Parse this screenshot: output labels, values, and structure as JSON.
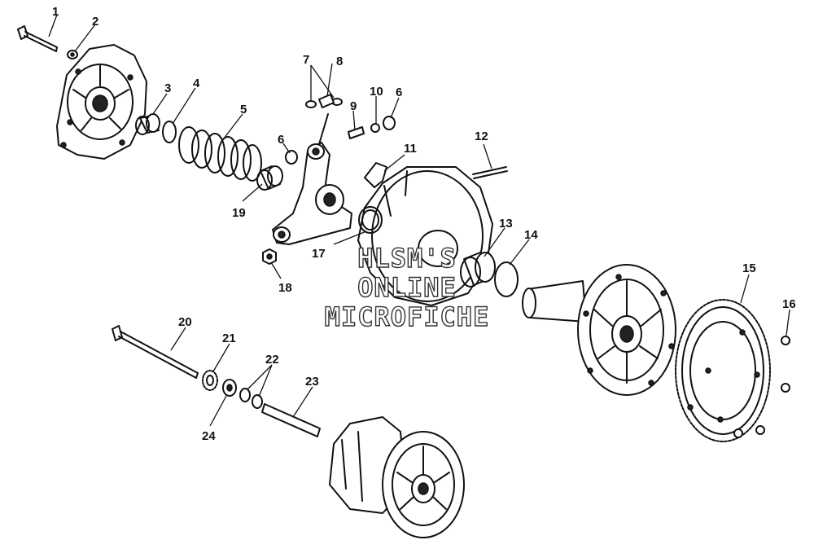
{
  "watermark": {
    "line1": "HLSM'S",
    "line2": "ONLINE",
    "line3": "MICROFICHE"
  },
  "callouts": {
    "c1": "1",
    "c2": "2",
    "c3": "3",
    "c4": "4",
    "c5": "5",
    "c6a": "6",
    "c6b": "6",
    "c7": "7",
    "c8": "8",
    "c9": "9",
    "c10": "10",
    "c11": "11",
    "c12": "12",
    "c13": "13",
    "c14": "14",
    "c15": "15",
    "c16": "16",
    "c17": "17",
    "c18": "18",
    "c19": "19",
    "c20": "20",
    "c21": "21",
    "c22": "22",
    "c23": "23",
    "c24": "24"
  }
}
